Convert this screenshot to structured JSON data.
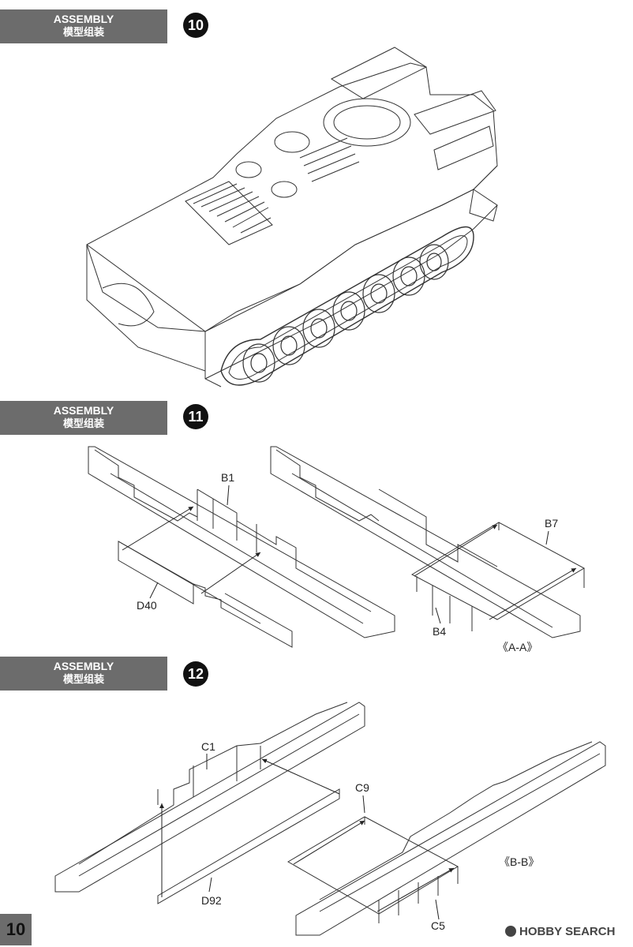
{
  "steps": [
    {
      "title_en": "ASSEMBLY",
      "title_cn": "模型组装",
      "number": "10"
    },
    {
      "title_en": "ASSEMBLY",
      "title_cn": "模型组装",
      "number": "11"
    },
    {
      "title_en": "ASSEMBLY",
      "title_cn": "模型组装",
      "number": "12"
    }
  ],
  "step11": {
    "labels": {
      "b1": "B1",
      "d40": "D40",
      "b7": "B7",
      "b4": "B4",
      "section": "《A-A》"
    }
  },
  "step12": {
    "labels": {
      "c1": "C1",
      "d92": "D92",
      "c9": "C9",
      "c5": "C5",
      "section": "《B-B》"
    }
  },
  "footer": {
    "page_number": "10",
    "watermark": "HOBBY SEARCH"
  }
}
